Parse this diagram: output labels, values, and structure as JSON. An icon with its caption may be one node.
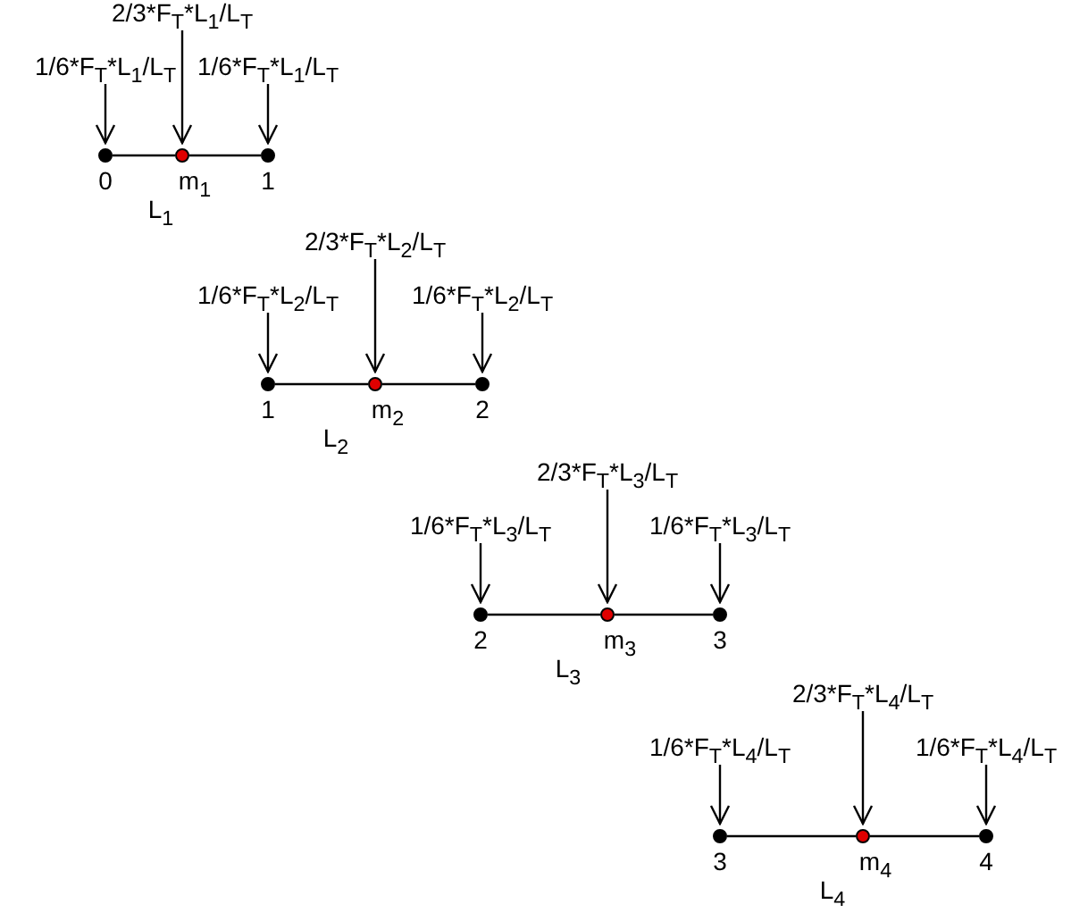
{
  "diagram": {
    "nodes": [
      {
        "text": [
          "2/3*F$_{T}$*L$_{1}$/L$_{T}$"
        ]
      },
      {
        "text": [
          "1/6*F$_{T}$*L$_{1}$/L$_{T}$"
        ]
      },
      {
        "text": [
          "1/6*F$_{T}$*L$_{1}$/L$_{T}$"
        ]
      },
      {
        "text": [],
        "shape": "circle",
        "beside": [
          "0"
        ]
      },
      {
        "text": [],
        "shape": "circle",
        "beside": [
          "m$_{1}$"
        ]
      },
      {
        "text": [],
        "shape": "circle",
        "beside": [
          "1"
        ]
      },
      {
        "text": [
          "2/3*F$_{T}$*L$_{2}$/L$_{T}$"
        ]
      },
      {
        "text": [
          "1/6*F$_{T}$*L$_{2}$/L$_{T}$"
        ]
      },
      {
        "text": [
          "1/6*F$_{T}$*L$_{2}$/L$_{T}$"
        ]
      },
      {
        "text": [],
        "shape": "circle",
        "beside": [
          "1"
        ]
      },
      {
        "text": [],
        "shape": "circle",
        "beside": [
          "m$_{2}$"
        ]
      },
      {
        "text": [],
        "shape": "circle",
        "beside": [
          "2"
        ]
      },
      {
        "text": [
          "2/3*F$_{T}$*L$_{3}$/L$_{T}$"
        ]
      },
      {
        "text": [
          "1/6*F$_{T}$*L$_{3}$/L$_{T}$"
        ]
      },
      {
        "text": [
          "1/6*F$_{T}$*L$_{3}$/L$_{T}$"
        ]
      },
      {
        "text": [],
        "shape": "circle",
        "beside": [
          "2"
        ]
      },
      {
        "text": [],
        "shape": "circle",
        "beside": [
          "m$_{3}$"
        ]
      },
      {
        "text": [],
        "shape": "circle",
        "beside": [
          "3"
        ]
      },
      {
        "text": [
          "2/3*F$_{T}$*L$_{4}$/L$_{T}$"
        ]
      },
      {
        "text": [
          "1/6*F$_{T}$*L$_{4}$/L$_{T}$"
        ]
      },
      {
        "text": [
          "1/6*F$_{T}$*L$_{4}$/L$_{T}$"
        ]
      },
      {
        "text": [],
        "shape": "circle",
        "beside": [
          "3"
        ]
      },
      {
        "text": [],
        "shape": "circle",
        "beside": [
          "m$_{4}$"
        ]
      },
      {
        "text": [],
        "shape": "circle",
        "beside": [
          "4"
        ]
      }
    ],
    "edges": [
      {
        "from": 0,
        "to": 4,
        "arrow": "to"
      },
      {
        "from": 1,
        "to": 3,
        "arrow": "to"
      },
      {
        "from": 2,
        "to": 5,
        "arrow": "to"
      },
      {
        "from": 3,
        "to": 4,
        "arrow": "none"
      },
      {
        "from": 4,
        "to": 5,
        "arrow": "none"
      },
      {
        "from": 6,
        "to": 10,
        "arrow": "to"
      },
      {
        "from": 7,
        "to": 9,
        "arrow": "to"
      },
      {
        "from": 8,
        "to": 11,
        "arrow": "to"
      },
      {
        "from": 9,
        "to": 10,
        "arrow": "none"
      },
      {
        "from": 10,
        "to": 11,
        "arrow": "none"
      },
      {
        "from": 12,
        "to": 16,
        "arrow": "to"
      },
      {
        "from": 13,
        "to": 15,
        "arrow": "to"
      },
      {
        "from": 14,
        "to": 17,
        "arrow": "to"
      },
      {
        "from": 15,
        "to": 16,
        "arrow": "none"
      },
      {
        "from": 16,
        "to": 17,
        "arrow": "none"
      },
      {
        "from": 18,
        "to": 22,
        "arrow": "to"
      },
      {
        "from": 19,
        "to": 21,
        "arrow": "to"
      },
      {
        "from": 20,
        "to": 23,
        "arrow": "to"
      },
      {
        "from": 21,
        "to": 22,
        "arrow": "none"
      },
      {
        "from": 22,
        "to": 23,
        "arrow": "none"
      }
    ],
    "labels": [
      "L$_{1}$",
      "L$_{2}$",
      "L$_{3}$",
      "L$_{4}$"
    ]
  }
}
